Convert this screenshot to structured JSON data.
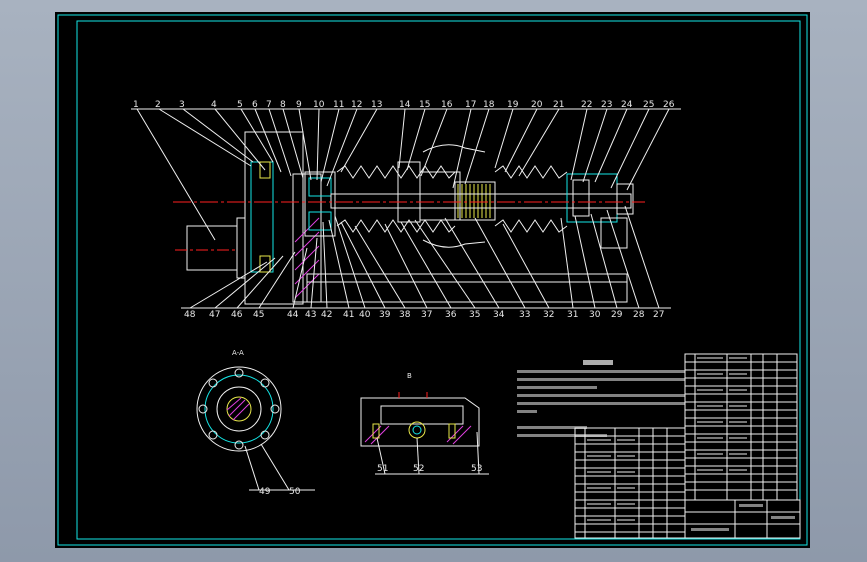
{
  "balloons_top": [
    "1",
    "2",
    "3",
    "4",
    "5",
    "6",
    "7",
    "8",
    "9",
    "10",
    "11",
    "12",
    "13",
    "14",
    "15",
    "16",
    "17",
    "18",
    "19",
    "20",
    "21",
    "22",
    "23",
    "24",
    "25",
    "26"
  ],
  "balloons_bottom": [
    "48",
    "47",
    "46",
    "45",
    "44",
    "43",
    "42",
    "41",
    "40",
    "39",
    "38",
    "37",
    "36",
    "35",
    "34",
    "33",
    "32",
    "31",
    "30",
    "29",
    "28",
    "27"
  ],
  "detail_labels": {
    "section_a": "A-A",
    "view_b": "B",
    "l49": "49",
    "l50": "50",
    "l51": "51",
    "l52": "52",
    "l53": "53"
  },
  "colors": {
    "border": "#14e6e6",
    "geometry": "#f0f0f0",
    "centerline": "#ff2020",
    "hatch": "#e040e0",
    "accent": "#e8e84a"
  }
}
